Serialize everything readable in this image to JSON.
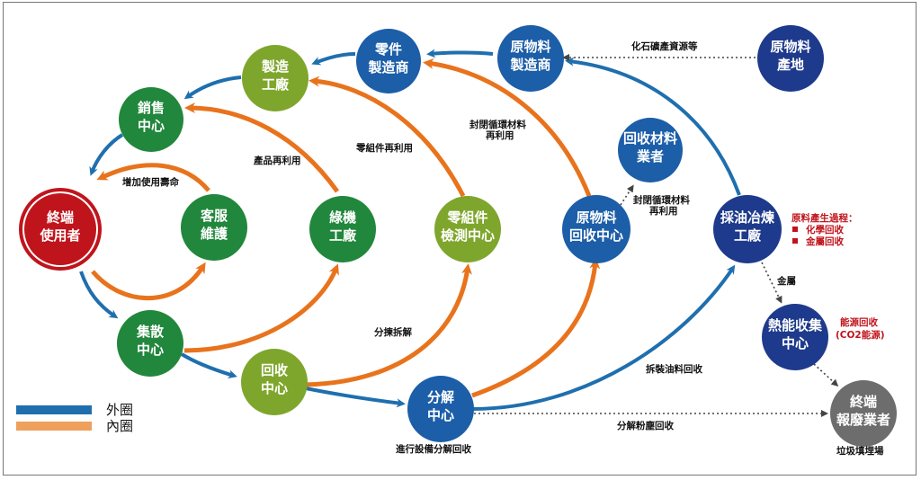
{
  "colors": {
    "outer": "#1f6fae",
    "inner": "#e8731c",
    "legend_inner": "#eea05c",
    "dark_green": "#21873c",
    "light_green": "#7fa62c",
    "blue": "#1c5ea8",
    "navy": "#1e3a8c",
    "red": "#c0141c",
    "gray": "#6d6d6d",
    "dotted": "#444444"
  },
  "nodes": {
    "end_user": [
      "終端",
      "使用者"
    ],
    "sales_center": [
      "銷售",
      "中心"
    ],
    "manufacturing_plant": [
      "製造",
      "工廠"
    ],
    "parts_maker": [
      "零件",
      "製造商"
    ],
    "material_maker": [
      "原物料",
      "製造商"
    ],
    "material_origin": [
      "原物料",
      "產地"
    ],
    "customer_service": [
      "客服",
      "維護"
    ],
    "green_plant": [
      "綠機",
      "工廠"
    ],
    "parts_testing": [
      "零組件",
      "檢測中心"
    ],
    "material_recycling_center": [
      "原物料",
      "回收中心"
    ],
    "recycled_material_vendor": [
      "回收材料",
      "業者"
    ],
    "smelting_plant": [
      "採油冶煉",
      "工廠"
    ],
    "collection_center": [
      "集散",
      "中心"
    ],
    "recycling_center": [
      "回收",
      "中心"
    ],
    "disassembly_center": [
      "分解",
      "中心"
    ],
    "heat_collection_center": [
      "熱能收集",
      "中心"
    ],
    "final_disposal": [
      "終端",
      "報廢業者"
    ]
  },
  "labels": {
    "extend_life": "增加使用壽命",
    "product_reuse": "產品再利用",
    "parts_reuse": "零組件再利用",
    "closed_loop_1_line1": "封閉循環材料",
    "closed_loop_1_line2": "再利用",
    "closed_loop_2_line1": "封閉循環材料",
    "closed_loop_2_line2": "再利用",
    "fossil_resources": "化石礦產資源等",
    "sort_disassemble": "分揀拆解",
    "oil_recovery": "拆裝油料回收",
    "dust_recovery": "分解粉塵回收",
    "equipment_disassembly": "進行設備分解回收",
    "metal": "金屬",
    "landfill": "垃圾填埋場"
  },
  "notes": {
    "raw_process_title": "原料產生過程：",
    "raw_process_items": [
      "化學回收",
      "金屬回收"
    ],
    "energy_recovery_line1": "能源回收",
    "energy_recovery_line2": "(CO2能源)"
  },
  "legend": {
    "outer": "外圈",
    "inner": "內圈"
  }
}
